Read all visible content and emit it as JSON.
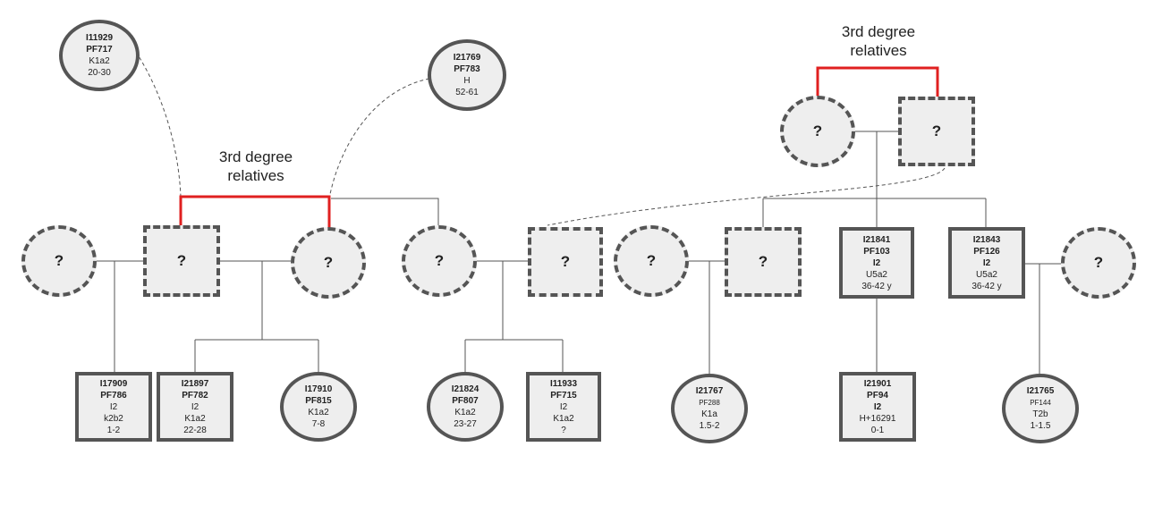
{
  "annotations": {
    "left": [
      "3rd degree",
      "relatives"
    ],
    "right": [
      "3rd degree",
      "relatives"
    ]
  },
  "unknown_label": "?",
  "individuals": {
    "i11929": {
      "lines": [
        "I11929",
        "PF717",
        "K1a2",
        "20-30"
      ]
    },
    "i21769": {
      "lines": [
        "I21769",
        "PF783",
        "H",
        "52-61"
      ]
    },
    "i17909": {
      "lines": [
        "I17909",
        "PF786",
        "I2",
        "k2b2",
        "1-2"
      ]
    },
    "i21897": {
      "lines": [
        "I21897",
        "PF782",
        "I2",
        "K1a2",
        "22-28"
      ]
    },
    "i17910": {
      "lines": [
        "I17910",
        "PF815",
        "K1a2",
        "7-8"
      ]
    },
    "i21824": {
      "lines": [
        "I21824",
        "PF807",
        "K1a2",
        "23-27"
      ]
    },
    "i11933": {
      "lines": [
        "I11933",
        "PF715",
        "I2",
        "K1a2",
        "?"
      ]
    },
    "i21767": {
      "lines": [
        "I21767",
        "PF288",
        "K1a",
        "1.5-2"
      ]
    },
    "i21841": {
      "lines": [
        "I21841",
        "PF103",
        "I2",
        "U5a2",
        "36-42 y"
      ]
    },
    "i21843": {
      "lines": [
        "I21843",
        "PF126",
        "I2",
        "U5a2",
        "36-42 y"
      ]
    },
    "i21901": {
      "lines": [
        "I21901",
        "PF94",
        "I2",
        "H+16291",
        "0-1"
      ]
    },
    "i21765": {
      "lines": [
        "I21765",
        "PF144",
        "T2b",
        "1-1.5"
      ]
    }
  },
  "colors": {
    "relation_line": "#e02020",
    "line": "#555555",
    "node_fill": "#eeeeee",
    "node_border": "#555555"
  }
}
